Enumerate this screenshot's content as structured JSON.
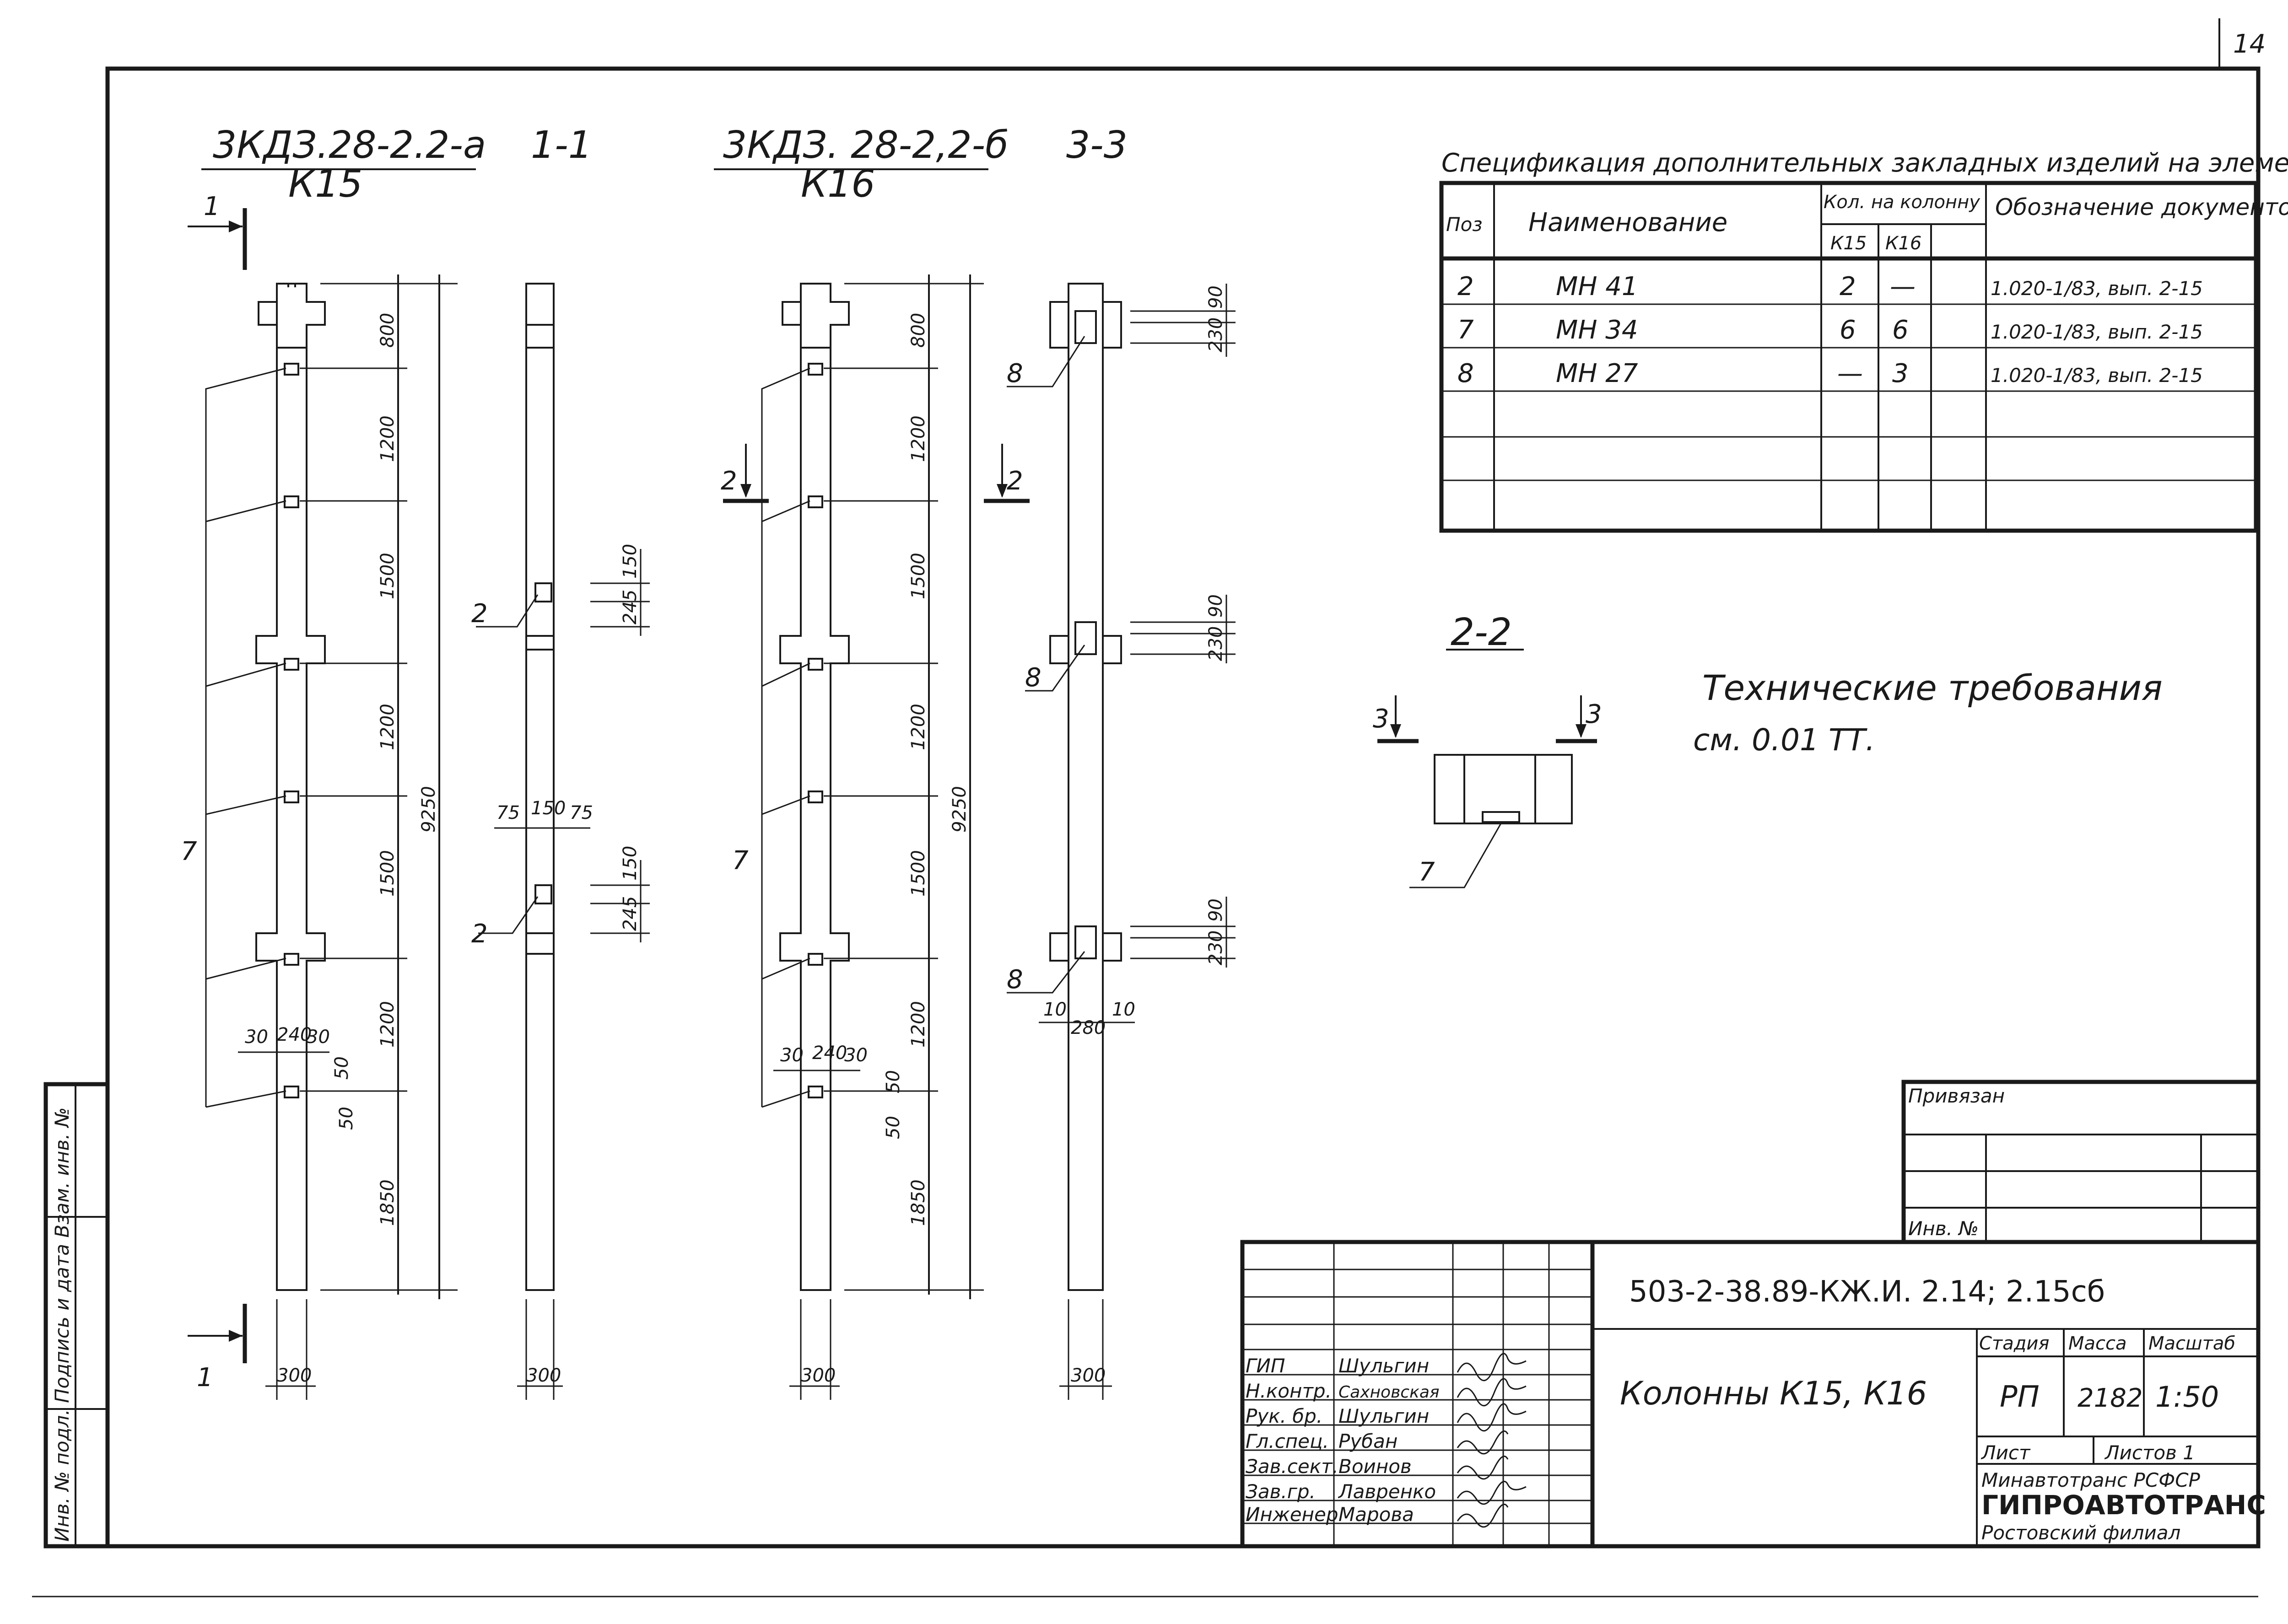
{
  "page_number": "14",
  "views": {
    "v1": {
      "code": "3КДЗ.28-2.2-а",
      "section": "1-1",
      "mark": "К15"
    },
    "v2": {
      "code": "3КДЗ. 28-2,2-б",
      "section": "3-3",
      "mark": "К16"
    },
    "cut_marks": {
      "c1": "1",
      "c2": "2",
      "c3": "3"
    },
    "callouts": {
      "p2": "2",
      "p7": "7",
      "p8": "8"
    },
    "dims_col": [
      "800",
      "1200",
      "1500",
      "1200",
      "1500",
      "1200",
      "1850"
    ],
    "dim_total": "9250",
    "dim_width": "300",
    "dims_small": {
      "d30": "30",
      "d240": "240",
      "d50": "50",
      "d75": "75",
      "d150": "150",
      "d245": "245",
      "d90": "90",
      "d230": "230",
      "d10": "10",
      "d280": "280"
    }
  },
  "spec": {
    "title": "Спецификация дополнительных закладных изделий на элемент",
    "headers": {
      "pos": "Поз",
      "name": "Наименование",
      "qty": "Кол. на колонну",
      "k15": "К15",
      "k16": "К16",
      "doc": "Обозначение документов"
    },
    "rows": [
      {
        "pos": "2",
        "name": "МН 41",
        "k15": "2",
        "k16": "—",
        "doc": "1.020-1/83, вып. 2-15"
      },
      {
        "pos": "7",
        "name": "МН 34",
        "k15": "6",
        "k16": "6",
        "doc": "1.020-1/83, вып. 2-15"
      },
      {
        "pos": "8",
        "name": "МН 27",
        "k15": "—",
        "k16": "3",
        "doc": "1.020-1/83, вып. 2-15"
      }
    ]
  },
  "section22": {
    "title": "2-2"
  },
  "tech_req": {
    "line1": "Технические требования",
    "line2": "см. 0.01 ТТ."
  },
  "privyazan": "Привязан",
  "inv_no": "Инв. №",
  "side_stamp": "Инв. № подл.  Подпись и дата  Взам. инв. №",
  "title_block": {
    "code": "503-2-38.89-КЖ.И. 2.14; 2.15сб",
    "title": "Колонны К15, К16",
    "stage_label": "Стадия",
    "mass_label": "Масса",
    "scale_label": "Масштаб",
    "stage": "РП",
    "mass": "2182",
    "scale": "1:50",
    "sheet_label": "Лист",
    "sheets_label": "Листов 1",
    "org1": "Минавтотранс РСФСР",
    "org2": "ГИПРОАВТОТРАНС",
    "org3": "Ростовский филиал",
    "roles": [
      {
        "role": "ГИП",
        "name": "Шульгин"
      },
      {
        "role": "Н.контр.",
        "name": "Сахновская"
      },
      {
        "role": "Рук. бр.",
        "name": "Шульгин"
      },
      {
        "role": "Гл.спец.",
        "name": "Рубан"
      },
      {
        "role": "Зав.сект.",
        "name": "Воинов"
      },
      {
        "role": "Зав.гр.",
        "name": "Лавренко"
      },
      {
        "role": "Инженер",
        "name": "Марова"
      }
    ]
  }
}
